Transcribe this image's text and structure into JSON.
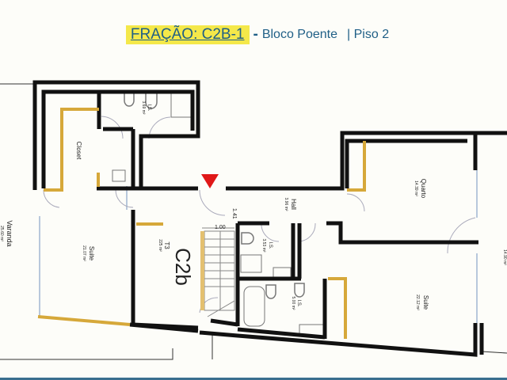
{
  "header": {
    "fraction_label": "FRAÇÃO: C2B-1",
    "separator": "-",
    "block": "Bloco Poente",
    "floor": "| Piso 2"
  },
  "plan": {
    "unit_code": "C2b",
    "typology": "T3",
    "unit_area": "225 m²",
    "entrance_marker": "entrance-arrow",
    "dimension_stairs": "1.00",
    "dimension_door": "1.41",
    "rooms": [
      {
        "name": "Varanda",
        "area": "25.60 m²"
      },
      {
        "name": "Closet",
        "area": ""
      },
      {
        "name": "I.S.",
        "area": "3.69 m²"
      },
      {
        "name": "Suite",
        "area": "21.07 m²"
      },
      {
        "name": "Hall",
        "area": "3.96 m²"
      },
      {
        "name": "I.S.",
        "area": "3.53 m²"
      },
      {
        "name": "I.S.",
        "area": "5.00 m²"
      },
      {
        "name": "Quarto",
        "area": "14.39 m²"
      },
      {
        "name": "Suite",
        "area": "22.12 m²"
      },
      {
        "name": "",
        "area": "14.90 m²"
      }
    ]
  },
  "colors": {
    "wall": "#111111",
    "wardrobe": "#d6a83a",
    "window": "#b8c8dc",
    "entrance_marker": "#e01818",
    "title_highlight": "#f4e84a",
    "title_text": "#1f5f86",
    "bottom_bar": "#3a6f8f"
  }
}
